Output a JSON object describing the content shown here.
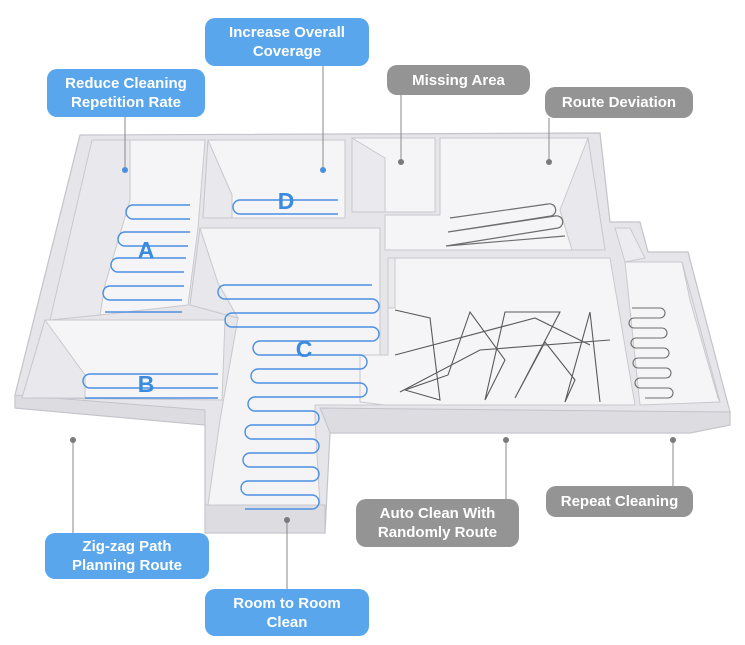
{
  "callouts": {
    "increase_coverage": {
      "line1": "Increase Overall",
      "line2": "Coverage",
      "color": "#5aa6ec"
    },
    "reduce_repetition": {
      "line1": "Reduce Cleaning",
      "line2": "Repetition Rate",
      "color": "#5aa6ec"
    },
    "missing_area": {
      "line1": "Missing Area",
      "color": "#949494"
    },
    "route_deviation": {
      "line1": "Route Deviation",
      "color": "#949494"
    },
    "zigzag": {
      "line1": "Zig-zag Path",
      "line2": "Planning Route",
      "color": "#5aa6ec"
    },
    "room_to_room": {
      "line1": "Room to Room",
      "line2": "Clean",
      "color": "#5aa6ec"
    },
    "auto_clean": {
      "line1": "Auto Clean With",
      "line2": "Randomly Route",
      "color": "#949494"
    },
    "repeat_cleaning": {
      "line1": "Repeat Cleaning",
      "color": "#949494"
    }
  },
  "rooms": {
    "a": "A",
    "b": "B",
    "c": "C",
    "d": "D"
  },
  "colors": {
    "path": "#4a8fe0",
    "random_path": "#5a5a5a",
    "wall": "#d6d6db",
    "floor": "#f3f3f5"
  }
}
